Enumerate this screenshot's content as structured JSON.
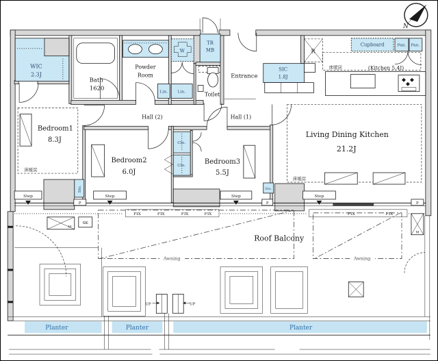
{
  "rooms": {
    "wic": {
      "l1": "WIC",
      "l2": "2.3J"
    },
    "bath": {
      "l1": "Bath",
      "l2": "1620"
    },
    "powder": {
      "l1": "Powder",
      "l2": "Room"
    },
    "toilet": {
      "l1": "Toilet"
    },
    "entrance": {
      "l1": "Entrance"
    },
    "sic": {
      "l1": "SIC",
      "l2": "1.8J"
    },
    "kitchen": {
      "l1": "(Kitchen 5.4J)"
    },
    "hall1": {
      "l1": "Hall (1)"
    },
    "hall2": {
      "l1": "Hall (2)"
    },
    "bedroom1": {
      "l1": "Bedroom1",
      "l2": "8.3J"
    },
    "bedroom2": {
      "l1": "Bedroom2",
      "l2": "6.0J"
    },
    "bedroom3": {
      "l1": "Bedroom3",
      "l2": "5.5J"
    },
    "ldk": {
      "l1": "Living Dining Kitchen",
      "l2": "21.2J"
    },
    "balcony": {
      "l1": "Roof Balcony"
    }
  },
  "storage": {
    "tr": "TR",
    "mb": "MB",
    "lin": "Lin.",
    "clo": "Clo.",
    "sto": "Sto.",
    "cupboard": "Cupboard",
    "pan": "Pan.",
    "washer": "W",
    "fridge": "R"
  },
  "marks": {
    "heat": "床暖房",
    "step": "Step",
    "p": "P",
    "fix": "FIX",
    "sk": "SK",
    "m": "M",
    "up": "UP",
    "awning": "Awning",
    "planter": "Planter",
    "north": "N"
  },
  "colors": {
    "highlight": "#c9e7f5",
    "planter_fill": "#c5e3f2",
    "navy_text": "#2a4a6b",
    "planter_text": "#2f6fa8",
    "wall_fill": "#d8d8d8",
    "line": "#1a1a1a"
  }
}
